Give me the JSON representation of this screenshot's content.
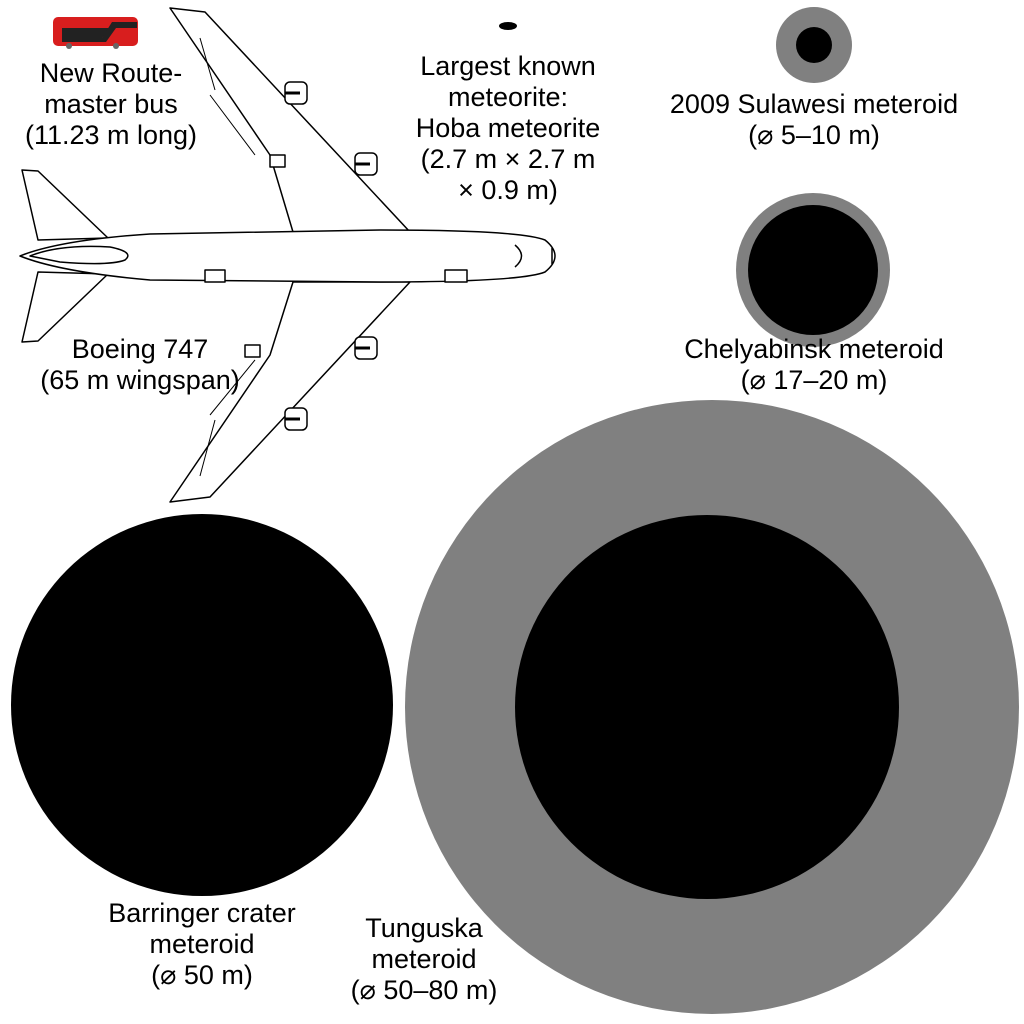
{
  "colors": {
    "meteoroid_core": "#000000",
    "meteoroid_range": "#808080",
    "bus": "#d81e1e"
  },
  "objects": {
    "bus": {
      "lines": [
        "New Route-",
        "master bus",
        "(11.23 m long)"
      ]
    },
    "boeing": {
      "lines": [
        "Boeing 747",
        "(65 m wingspan)"
      ]
    },
    "hoba": {
      "lines": [
        "Largest known",
        "meteorite:",
        "Hoba meteorite",
        "(2.7 m × 2.7 m",
        "× 0.9 m)"
      ]
    },
    "sulawesi": {
      "lines": [
        "2009 Sulawesi meteroid",
        "(⌀ 5–10 m)"
      ]
    },
    "chelyabinsk": {
      "lines": [
        "Chelyabinsk meteroid",
        "(⌀ 17–20 m)"
      ]
    },
    "barringer": {
      "lines": [
        "Barringer crater",
        "meteroid",
        "(⌀ 50 m)"
      ]
    },
    "tunguska": {
      "lines": [
        "Tunguska",
        "meteroid",
        "(⌀ 50–80 m)"
      ]
    }
  }
}
